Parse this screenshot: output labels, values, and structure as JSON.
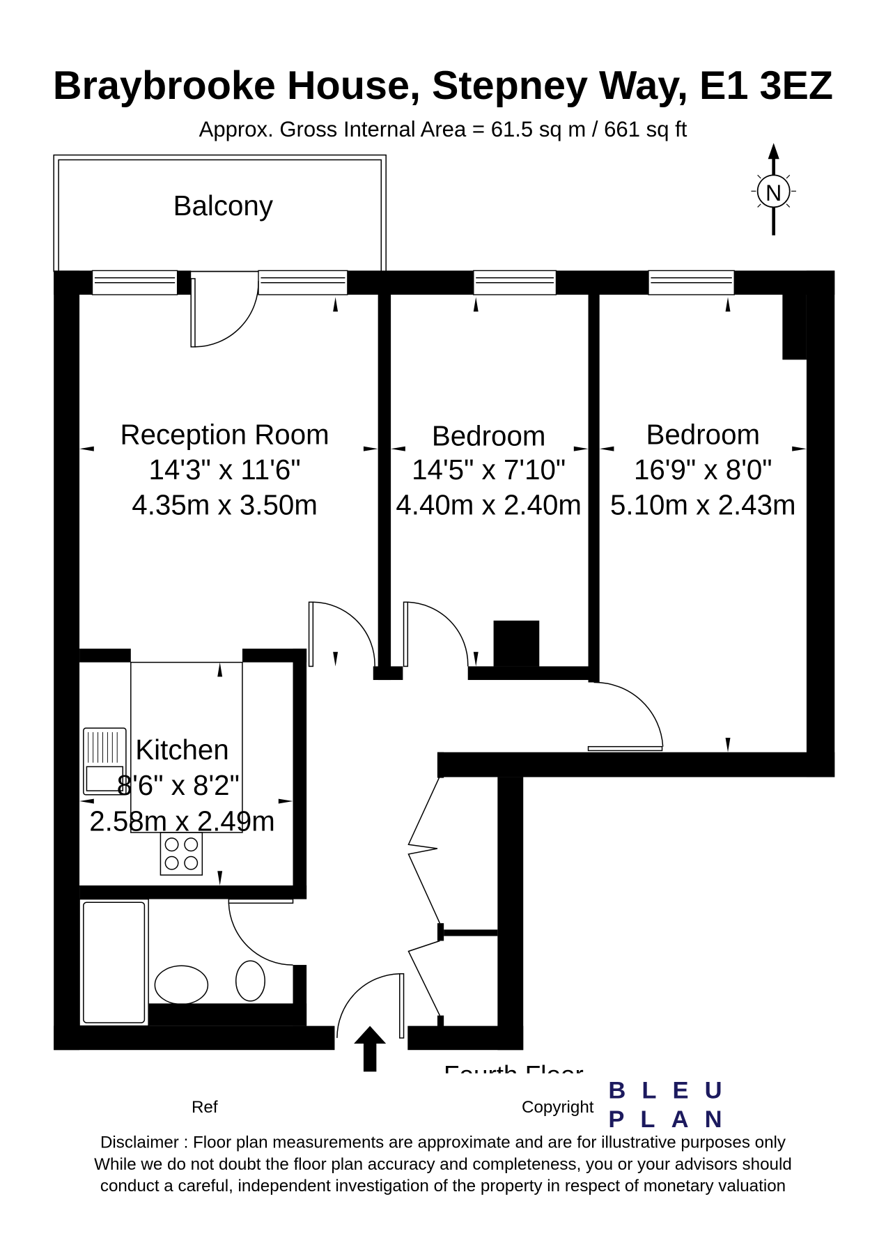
{
  "header": {
    "title": "Braybrooke House, Stepney Way, E1 3EZ",
    "subtitle": "Approx. Gross Internal Area = 61.5 sq m / 661 sq ft"
  },
  "compass": {
    "label": "N"
  },
  "rooms": {
    "balcony": {
      "name": "Balcony"
    },
    "reception": {
      "name": "Reception Room",
      "imperial": "14'3\" x 11'6\"",
      "metric": "4.35m x 3.50m"
    },
    "bedroom1": {
      "name": "Bedroom",
      "imperial": "14'5\" x 7'10\"",
      "metric": "4.40m x 2.40m"
    },
    "bedroom2": {
      "name": "Bedroom",
      "imperial": "16'9\" x 8'0\"",
      "metric": "5.10m x 2.43m"
    },
    "kitchen": {
      "name": "Kitchen",
      "imperial": "8'6\" x 8'2\"",
      "metric": "2.58m x 2.49m"
    }
  },
  "floor_label": "Fourth Floor",
  "footer": {
    "ref_label": "Ref",
    "copyright_label": "Copyright",
    "logo_line1": "BLEU",
    "logo_line2": "PLAN",
    "logo_color": "#1c1a5e",
    "disclaimer": [
      "Disclaimer : Floor plan measurements are approximate and are for illustrative purposes only",
      "While we do not doubt the floor plan accuracy and completeness, you or your advisors should",
      "conduct a careful, independent investigation of the property in respect of monetary valuation"
    ]
  }
}
